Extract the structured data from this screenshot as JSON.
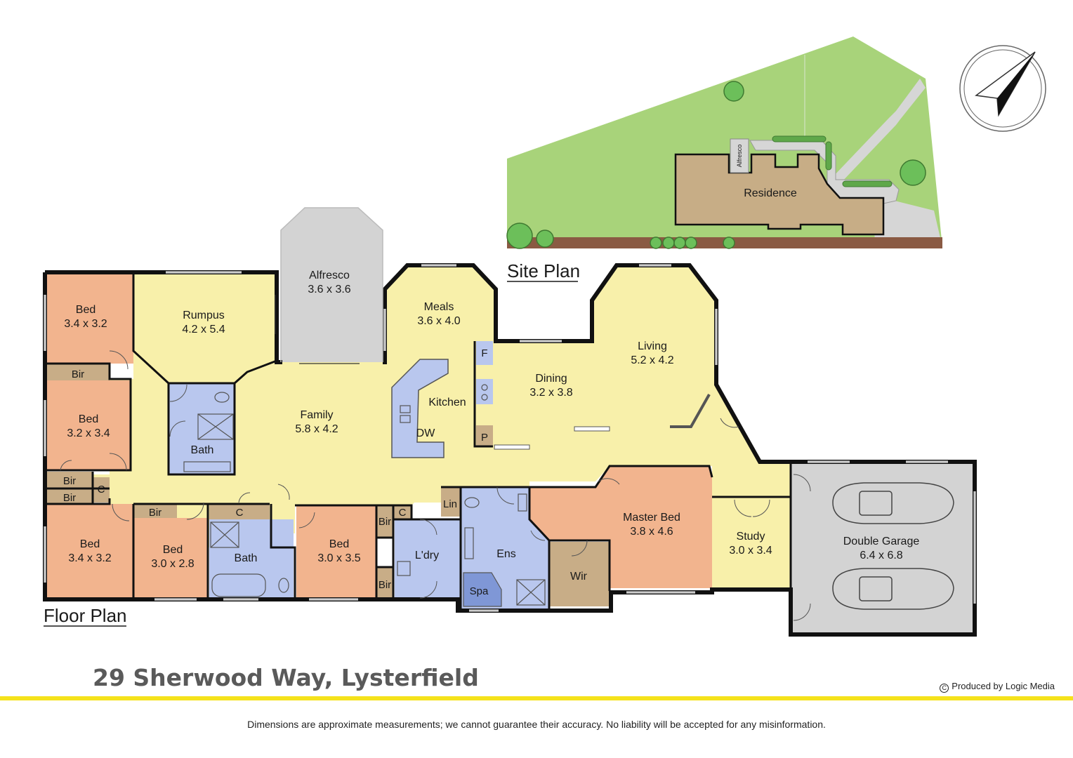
{
  "titles": {
    "site_plan": "Site Plan",
    "floor_plan": "Floor Plan",
    "address": "29 Sherwood Way, Lysterfield",
    "credit": "Produced by Logic Media",
    "disclaimer": "Dimensions are approximate measurements; we cannot guarantee their accuracy. No liability will be accepted for any misinformation."
  },
  "site": {
    "residence": "Residence",
    "alfresco": "Alfresco"
  },
  "rooms": {
    "bed1": {
      "name": "Bed",
      "size": "3.4 x 3.2"
    },
    "rumpus": {
      "name": "Rumpus",
      "size": "4.2 x 5.4"
    },
    "alfresco": {
      "name": "Alfresco",
      "size": "3.6 x 3.6"
    },
    "meals": {
      "name": "Meals",
      "size": "3.6 x 4.0"
    },
    "living": {
      "name": "Living",
      "size": "5.2 x 4.2"
    },
    "dining": {
      "name": "Dining",
      "size": "3.2 x 3.8"
    },
    "family": {
      "name": "Family",
      "size": "5.8 x 4.2"
    },
    "kitchen": {
      "name": "Kitchen"
    },
    "dw": {
      "name": "DW"
    },
    "fridge": {
      "name": "F"
    },
    "pantry": {
      "name": "P"
    },
    "bed2": {
      "name": "Bed",
      "size": "3.2 x 3.4"
    },
    "bath1": {
      "name": "Bath"
    },
    "bir1": {
      "name": "Bir"
    },
    "bir2": {
      "name": "Bir"
    },
    "bir3": {
      "name": "Bir"
    },
    "bir4": {
      "name": "Bir"
    },
    "bir5": {
      "name": "Bir"
    },
    "bir6": {
      "name": "Bir"
    },
    "c1": {
      "name": "C"
    },
    "c2": {
      "name": "C"
    },
    "c3": {
      "name": "C"
    },
    "bed3": {
      "name": "Bed",
      "size": "3.4 x 3.2"
    },
    "bed4": {
      "name": "Bed",
      "size": "3.0 x 2.8"
    },
    "bath2": {
      "name": "Bath"
    },
    "bed5": {
      "name": "Bed",
      "size": "3.0 x 3.5"
    },
    "lin": {
      "name": "Lin"
    },
    "ldry": {
      "name": "L'dry"
    },
    "ens": {
      "name": "Ens"
    },
    "spa": {
      "name": "Spa"
    },
    "wir": {
      "name": "Wir"
    },
    "master": {
      "name": "Master Bed",
      "size": "3.8 x 4.6"
    },
    "study": {
      "name": "Study",
      "size": "3.0 x 3.4"
    },
    "garage": {
      "name": "Double Garage",
      "size": "6.4 x 6.8"
    }
  },
  "colors": {
    "bedroom": "#f2b48e",
    "living": "#f8f0aa",
    "wet": "#b9c7ee",
    "storage": "#c8ad87",
    "outdoor": "#d3d3d3",
    "lawn": "#a8d37a",
    "residence": "#c7ad86",
    "accent": "#f5e21b"
  }
}
